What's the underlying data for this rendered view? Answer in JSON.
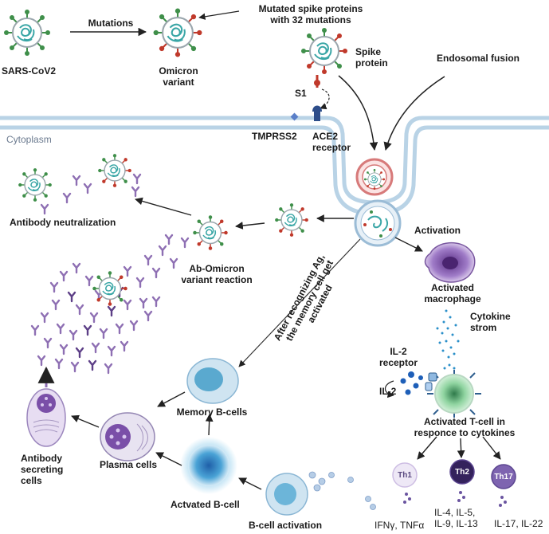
{
  "labels": {
    "sars": "SARS-CoV2",
    "mutations": "Mutations",
    "omicron_1": "Omicron",
    "omicron_2": "variant",
    "mutated_1": "Mutated spike proteins",
    "mutated_2": "with  32 mutations",
    "spike_1": "Spike",
    "spike_2": "protein",
    "endosomal": "Endosomal fusion",
    "s1": "S1",
    "tmprss2": "TMPRSS2",
    "ace2_1": "ACE2",
    "ace2_2": "receptor",
    "cytoplasm": "Cytoplasm",
    "ab_neutralization": "Antibody neutralization",
    "ab_omicron_1": "Ab-Omicron",
    "ab_omicron_2": "variant reaction",
    "activation": "Activation",
    "act_macro_1": "Activated",
    "act_macro_2": "macrophage",
    "cytokine_1": "Cytokine",
    "cytokine_2": "strom",
    "memory_act_1": "After recognizing Ag,",
    "memory_act_2": "the memory cell get",
    "memory_act_3": "activated",
    "il2r_1": "IL-2",
    "il2r_2": "receptor",
    "il2": "IL-2",
    "memory_b": "Memory B-cells",
    "act_t_1": "Activated T-cell in",
    "act_t_2": "responce to cytokines",
    "plasma": "Plasma cells",
    "ab_secreting_1": "Antibody",
    "ab_secreting_2": "secreting",
    "ab_secreting_3": "cells",
    "activated_b": "Actvated B-cell",
    "b_activation": "B-cell activation",
    "th1": "Th1",
    "th2": "Th2",
    "th17": "Th17",
    "th1_out": "IFNγ, TNFα",
    "th2_out_1": "IL-4, IL-5,",
    "th2_out_2": "IL-9, IL-13",
    "th17_out": "IL-17, IL-22"
  },
  "colors": {
    "virus_core": "#3aa6a6",
    "spike_green": "#3f8f4a",
    "spike_red": "#c0392b",
    "antibody": "#8e6fb3",
    "membrane": "#b9d3e6",
    "b_cell": "#5aa9cf",
    "t_cell": "#8fcf9c",
    "macrophage": "#8a5fb0"
  },
  "icons": [
    "virus-icon",
    "antibody-icon",
    "b-cell-icon",
    "t-cell-icon",
    "macrophage-icon",
    "plasma-cell-icon",
    "endosome-icon"
  ]
}
